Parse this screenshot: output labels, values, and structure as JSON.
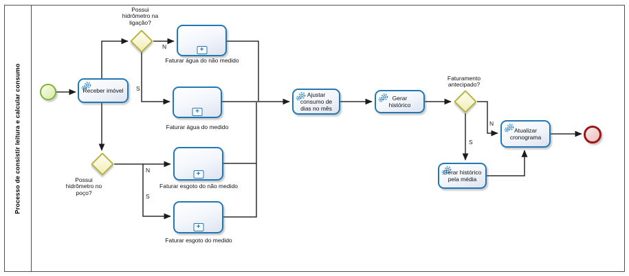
{
  "lane": {
    "title": "Processo de consistir leitura e calcular consumo"
  },
  "tasks": {
    "receber": {
      "label": "Receber imóvel",
      "type": "service"
    },
    "ajustar": {
      "label": "Ajustar consumo de dias no mês",
      "type": "service"
    },
    "gerar_historico": {
      "label": "Gerar histórico",
      "type": "service"
    },
    "gerar_historico_media": {
      "label": "Gerar histórico pela média",
      "type": "service"
    },
    "atualizar_cronograma": {
      "label": "Atualizar cronograma",
      "type": "service"
    }
  },
  "subprocesses": {
    "agua_nao_medido": {
      "label": "Faturar água do não medido"
    },
    "agua_medido": {
      "label": "Faturar água do medido"
    },
    "esgoto_nao_medido": {
      "label": "Faturar esgoto do não medido"
    },
    "esgoto_medido": {
      "label": "Faturar esgoto do medido"
    }
  },
  "gateways": {
    "hidrometro_ligacao": {
      "label": "Possui hidrômetro na ligação?"
    },
    "hidrometro_poco": {
      "label": "Possui hidrômetro no poço?"
    },
    "faturamento_antecipado": {
      "label": "Faturamento antecipado?"
    }
  },
  "edge_labels": {
    "ligacao_n": "N",
    "ligacao_s": "S",
    "poco_n": "N",
    "poco_s": "S",
    "antecipado_n": "N",
    "antecipado_s": "S"
  },
  "icons": {
    "subprocess_plus": "+"
  },
  "colors": {
    "task_border": "#2077b4",
    "gateway_border": "#b2b23f",
    "start_border": "#7fb136",
    "end_border": "#9c1414",
    "gear_icon": "#2e86c1",
    "flow_line": "#2b2b2b"
  }
}
